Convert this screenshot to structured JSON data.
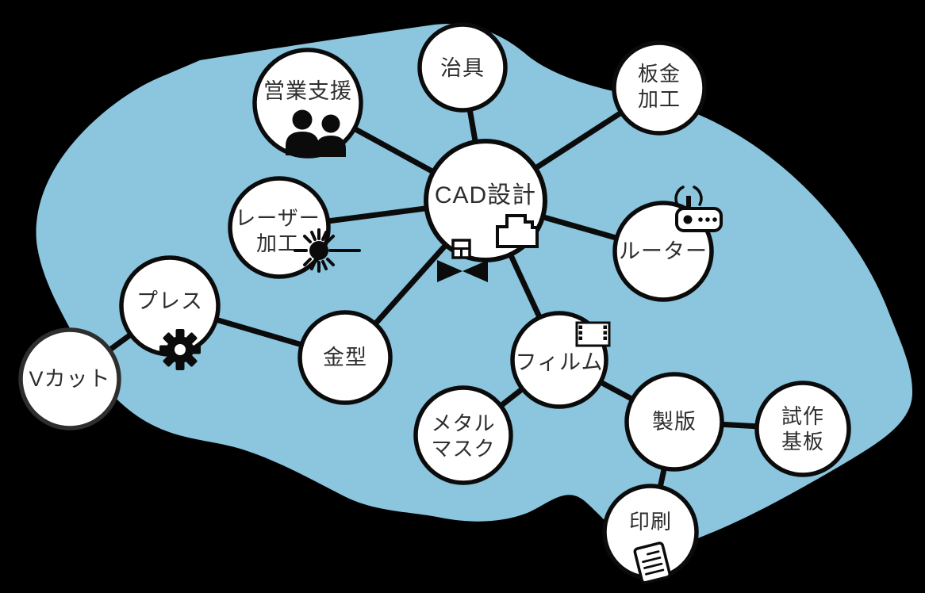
{
  "diagram": {
    "background_color": "#000000",
    "blob_color": "#8BC5DE",
    "node_fill": "#FFFFFF",
    "line_color": "#0B0B0B",
    "text_color": "#2E2E2E",
    "nodes": {
      "sales_support": {
        "label": "営業支援",
        "icon": "two-people-icon"
      },
      "jig": {
        "label": "治具"
      },
      "sheet_metal": {
        "line1": "板金",
        "line2": "加工"
      },
      "cad_design": {
        "label": "CAD設計",
        "icons": [
          "machine-outline-icon",
          "valve-symbol-icon"
        ]
      },
      "laser": {
        "line1": "レーザー",
        "line2": "加工",
        "icon": "laser-beam-icon"
      },
      "router": {
        "label": "ルーター",
        "icon": "wifi-router-icon"
      },
      "press": {
        "label": "プレス",
        "icon": "gear-icon"
      },
      "v_cut": {
        "label": "Vカット"
      },
      "mold": {
        "label": "金型"
      },
      "film": {
        "label": "フィルム",
        "icon": "film-frame-icon"
      },
      "metal_mask": {
        "line1": "メタル",
        "line2": "マスク"
      },
      "plate_making": {
        "label": "製版"
      },
      "prototype_board": {
        "line1": "試作",
        "line2": "基板"
      },
      "printing": {
        "label": "印刷",
        "icon": "document-icon"
      }
    },
    "edges": [
      [
        "cad_design",
        "sales_support"
      ],
      [
        "cad_design",
        "jig"
      ],
      [
        "cad_design",
        "sheet_metal"
      ],
      [
        "cad_design",
        "laser"
      ],
      [
        "cad_design",
        "router"
      ],
      [
        "cad_design",
        "mold"
      ],
      [
        "cad_design",
        "film"
      ],
      [
        "press",
        "mold"
      ],
      [
        "press",
        "v_cut"
      ],
      [
        "film",
        "metal_mask"
      ],
      [
        "film",
        "plate_making"
      ],
      [
        "plate_making",
        "prototype_board"
      ],
      [
        "plate_making",
        "printing"
      ]
    ]
  }
}
